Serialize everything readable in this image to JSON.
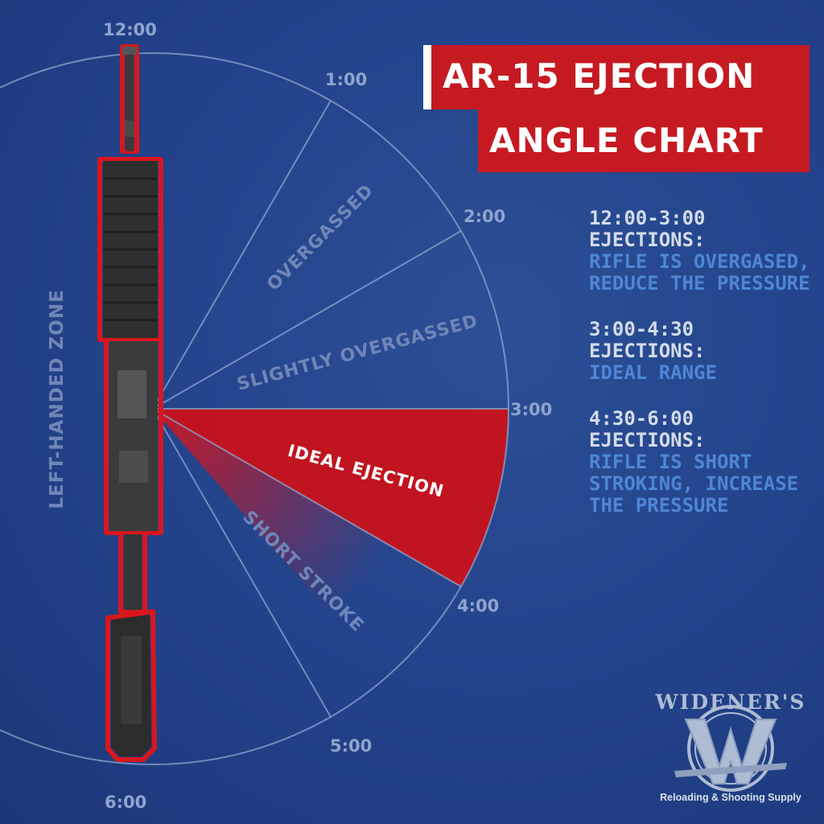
{
  "title": {
    "line1": "AR-15 EJECTION",
    "line2": "ANGLE CHART"
  },
  "clock_labels": [
    "12:00",
    "1:00",
    "2:00",
    "3:00",
    "4:00",
    "5:00",
    "6:00"
  ],
  "zones": {
    "left": "LEFT-HANDED ZONE",
    "overgassed": "OVERGASSED",
    "slightly_overgassed": "SLIGHTLY OVERGASSED",
    "ideal": "IDEAL EJECTION",
    "short_stroke": "SHORT STROKE"
  },
  "notes": [
    {
      "head": "12:00-3:00 EJECTIONS:",
      "body": "RIFLE IS OVERGASED, REDUCE THE PRESSURE"
    },
    {
      "head": "3:00-4:30 EJECTIONS:",
      "body": "IDEAL RANGE"
    },
    {
      "head": "4:30-6:00 EJECTIONS:",
      "body": "RIFLE IS SHORT STROKING, INCREASE THE PRESSURE"
    }
  ],
  "logo": {
    "brand": "WIDENER'S",
    "tagline": "Reloading & Shooting Supply"
  },
  "colors": {
    "background": "#25478a",
    "accent_red": "#c61a22",
    "grid_line": "#8ea5cf",
    "note_body": "#4f86d4"
  },
  "icons": {
    "rifle": "ar15-rifle-icon",
    "logo": "w-emblem-icon"
  }
}
